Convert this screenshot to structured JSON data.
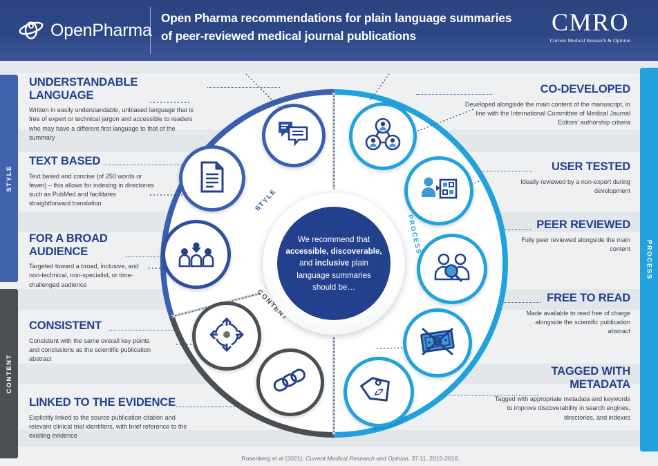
{
  "header": {
    "logo_text": "OpenPharma",
    "logo_icon": "openpharma-orbit-icon",
    "title_line1": "Open Pharma recommendations for plain language summaries",
    "title_line2": "of peer-reviewed medical journal publications",
    "publisher_abbr": "CMRO",
    "publisher_full": "Current Medical Research & Opinion",
    "bg_color": "#2d4686"
  },
  "side_tabs": {
    "style": {
      "label": "STYLE",
      "color": "#4163ae"
    },
    "content": {
      "label": "CONTENT",
      "color": "#4c4f52"
    },
    "process": {
      "label": "PROCESS",
      "color": "#22a2dd"
    }
  },
  "hub": {
    "text_plain_1": "We recommend that ",
    "bold_1": "accessible,",
    "bold_2": "discoverable,",
    "text_plain_2": " and ",
    "bold_3": "inclusive",
    "text_plain_3": " plain language summaries should be…",
    "full_text": "We recommend that accessible, discoverable, and inclusive plain language summaries should be…",
    "bg_color": "#22408c",
    "ring_labels": [
      "STYLE",
      "PROCESS",
      "CONTENT"
    ]
  },
  "left_items": [
    {
      "id": "understandable-language",
      "title": "UNDERSTANDABLE LANGUAGE",
      "body": "Written in easily understandable, unbiased language that is free of expert or technical jargon and accessible to readers who may have a different first language to that of the summary",
      "icon": "speech-bubbles-icon",
      "category": "STYLE"
    },
    {
      "id": "text-based",
      "title": "TEXT BASED",
      "body": "Text based and concise (of 250 words or fewer) – this allows for indexing in directories such as PubMed and facilitates straightforward translation",
      "icon": "document-icon",
      "category": "STYLE"
    },
    {
      "id": "for-a-broad-audience",
      "title": "FOR A BROAD AUDIENCE",
      "body": "Targeted toward a broad, inclusive, and non-technical, non-specialist, or time-challenged audience",
      "icon": "audience-group-icon",
      "category": "STYLE"
    },
    {
      "id": "consistent",
      "title": "CONSISTENT",
      "body": "Consistent with the same overall key points and conclusions as the scientific publication abstract",
      "icon": "target-crosshair-icon",
      "category": "CONTENT"
    },
    {
      "id": "linked-to-the-evidence",
      "title": "LINKED TO THE EVIDENCE",
      "body": "Explicitly linked to the source publication citation and relevant clinical trial identifiers, with brief reference to the existing evidence",
      "icon": "chain-link-icon",
      "category": "CONTENT"
    }
  ],
  "right_items": [
    {
      "id": "co-developed",
      "title": "CO-DEVELOPED",
      "body": "Developed alongside the main content of the manuscript, in line with the International Committee of Medical Journal Editors’ authorship criteria",
      "icon": "collaboration-network-icon",
      "category": "PROCESS"
    },
    {
      "id": "user-tested",
      "title": "USER TESTED",
      "body": "Ideally reviewed by a non-expert during development",
      "icon": "user-testing-checklist-icon",
      "category": "PROCESS"
    },
    {
      "id": "peer-reviewed",
      "title": "PEER REVIEWED",
      "body": "Fully peer reviewed alongside the main content",
      "icon": "peer-review-magnifier-icon",
      "category": "PROCESS"
    },
    {
      "id": "free-to-read",
      "title": "FREE TO READ",
      "body": "Made available to read free of charge alongside the scientific publication abstract",
      "icon": "no-money-banknote-icon",
      "category": "PROCESS"
    },
    {
      "id": "tagged-with-metadata",
      "title": "TAGGED WITH METADATA",
      "body": "Tagged with appropriate metadata and keywords to improve discoverability in search engines, directories, and indexes",
      "icon": "metadata-tag-icon",
      "category": "PROCESS"
    }
  ],
  "footer": {
    "citation_prefix": "Rosenberg et al (2021), ",
    "citation_journal": "Current Medical Research and Opinion",
    "citation_suffix": ", 37:11, 2015-2016."
  },
  "colors": {
    "dark_blue": "#24408e",
    "mid_blue": "#4163ae",
    "cyan": "#22a2dd",
    "grey": "#4c4f52",
    "page_bg": "#eef0f2"
  }
}
